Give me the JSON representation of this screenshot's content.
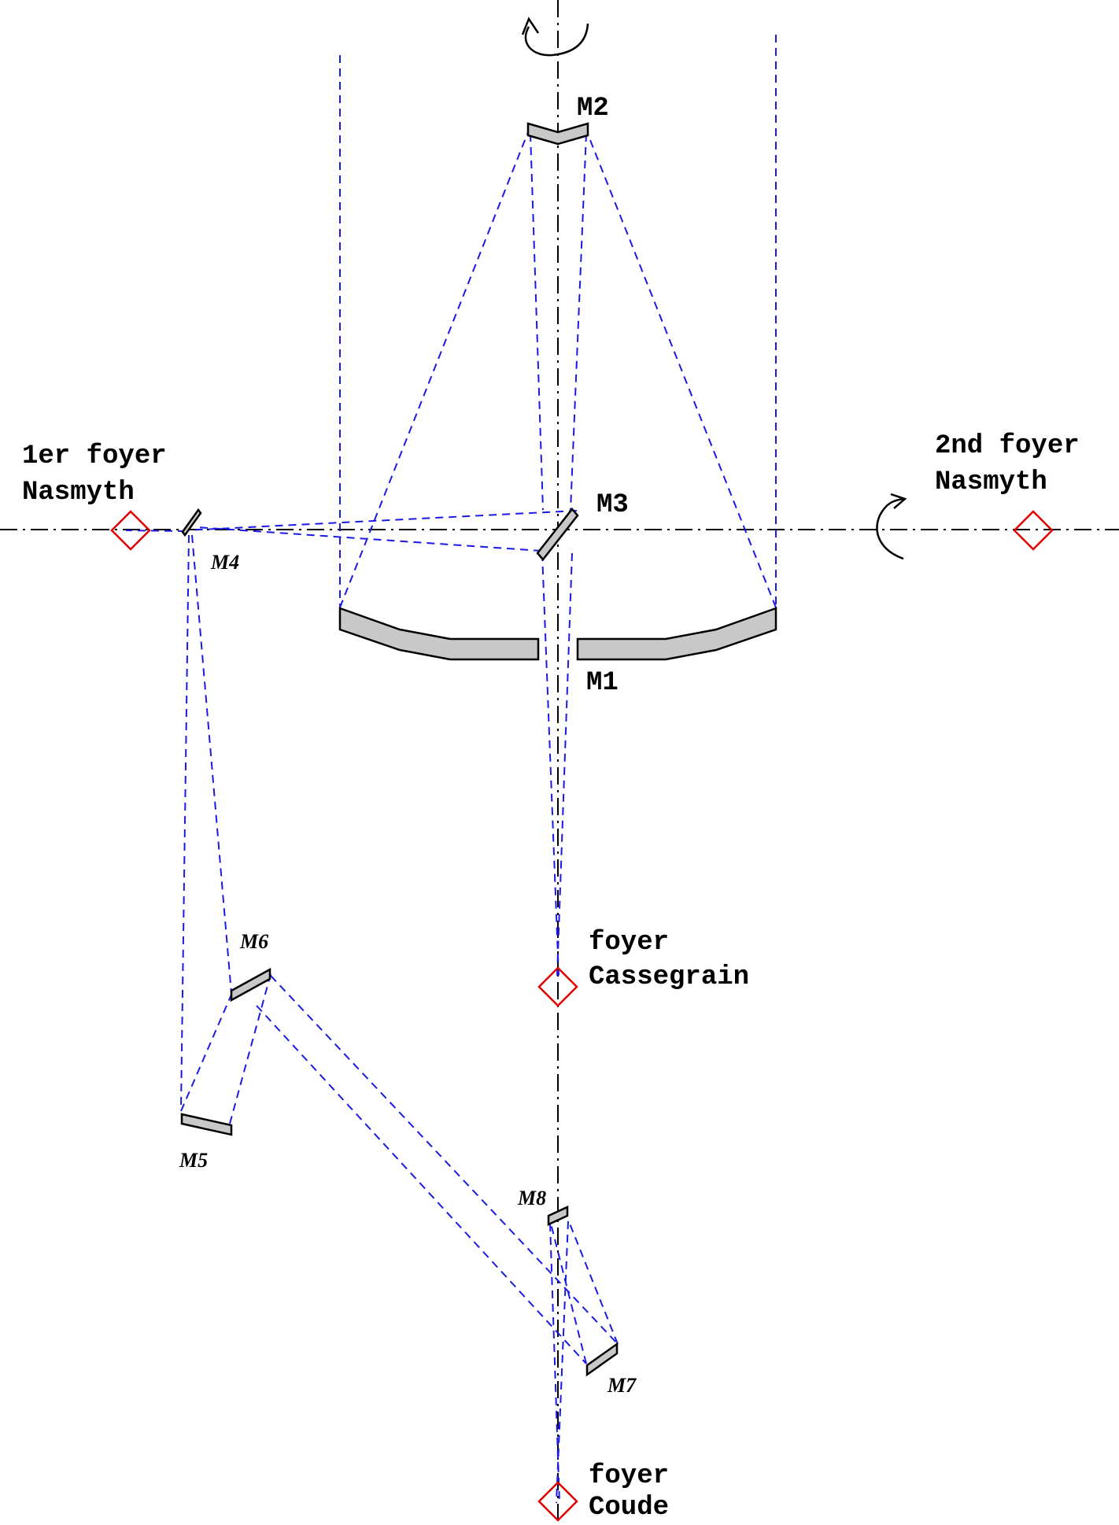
{
  "colors": {
    "ray": "#1a1ae6",
    "mirror_fill": "#c8c8c8",
    "focus": "#e00000",
    "axis": "#000000"
  },
  "labels": {
    "m1": "M1",
    "m2": "M2",
    "m3": "M3",
    "m4": "M4",
    "m5": "M5",
    "m6": "M6",
    "m7": "M7",
    "m8": "M8",
    "nasmyth1_line1": "1er foyer",
    "nasmyth1_line2": "Nasmyth",
    "nasmyth2_line1": "2nd foyer",
    "nasmyth2_line2": "Nasmyth",
    "cassegrain_line1": "foyer",
    "cassegrain_line2": "Cassegrain",
    "coude_line1": "foyer",
    "coude_line2": "Coude"
  }
}
